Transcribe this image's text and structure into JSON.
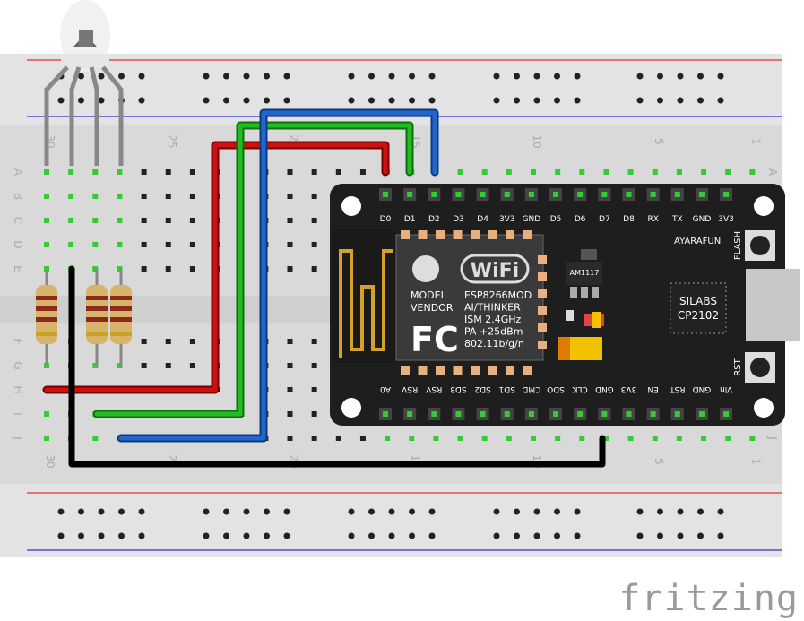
{
  "breadboard": {
    "column_numbers": [
      "30",
      "25",
      "20",
      "15",
      "10",
      "5",
      "1"
    ],
    "row_letters_top": [
      "A",
      "B",
      "C",
      "D",
      "E"
    ],
    "row_letters_bottom": [
      "F",
      "G",
      "H",
      "I",
      "J"
    ]
  },
  "nodemcu": {
    "top_pins": [
      "D0",
      "D1",
      "D2",
      "D3",
      "D4",
      "3V3",
      "GND",
      "D5",
      "D6",
      "D7",
      "D8",
      "RX",
      "TX",
      "GND",
      "3V3"
    ],
    "bottom_pins": [
      "A0",
      "RSV",
      "RSV",
      "SD3",
      "SD2",
      "SD1",
      "CMD",
      "SDO",
      "CLK",
      "GND",
      "3V3",
      "EN",
      "RST",
      "GND",
      "Vin"
    ],
    "wifi_logo": "WiFi",
    "module_text": [
      "MODEL",
      "VENDOR"
    ],
    "module_specs": [
      "ESP8266MOD",
      "AI/THINKER",
      "ISM 2.4GHz",
      "PA +25dBm",
      "802.11b/g/n"
    ],
    "fc_mark": "FC",
    "regulator": "AM1117",
    "brand": "AYARAFUN",
    "usb_chip": [
      "SILABS",
      "CP2102"
    ],
    "flash_label": "FLASH",
    "rst_label": "RST"
  },
  "watermark": "fritzing",
  "colors": {
    "red_wire": "#cc1111",
    "green_wire": "#22bb22",
    "blue_wire": "#2266cc",
    "black_wire": "#111111",
    "board": "#1e1e1e",
    "breadboard": "#dcdcdc"
  }
}
